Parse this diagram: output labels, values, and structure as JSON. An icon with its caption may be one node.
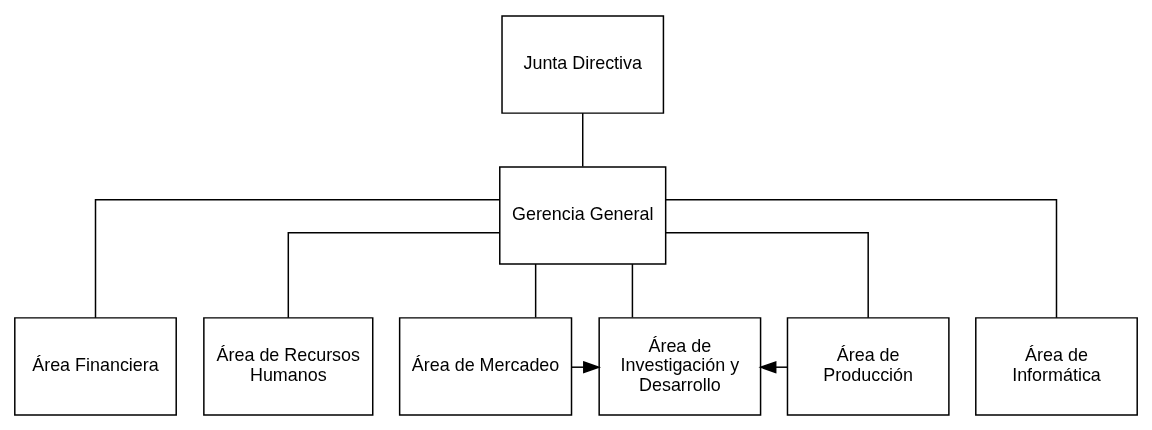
{
  "diagram": {
    "nodes": [
      {
        "text": [
          "Junta Directiva"
        ]
      },
      {
        "text": [
          "Gerencia General"
        ]
      },
      {
        "text": [
          "Área Financiera"
        ]
      },
      {
        "text": [
          "Área de Recursos Humanos"
        ]
      },
      {
        "text": [
          "Área de Mercadeo"
        ]
      },
      {
        "text": [
          "Área de Investigación y Desarrollo"
        ]
      },
      {
        "text": [
          "Área de Producción"
        ]
      },
      {
        "text": [
          "Área de Informática"
        ]
      }
    ],
    "edges": [
      {
        "from": 0,
        "to": 1,
        "arrow": "none"
      },
      {
        "from": 1,
        "to": 2,
        "arrow": "none"
      },
      {
        "from": 1,
        "to": 3,
        "arrow": "none"
      },
      {
        "from": 1,
        "to": 4,
        "arrow": "none"
      },
      {
        "from": 1,
        "to": 5,
        "arrow": "none"
      },
      {
        "from": 1,
        "to": 6,
        "arrow": "none"
      },
      {
        "from": 1,
        "to": 7,
        "arrow": "none"
      },
      {
        "from": 4,
        "to": 5,
        "arrow": "to"
      },
      {
        "from": 6,
        "to": 5,
        "arrow": "to"
      }
    ]
  }
}
